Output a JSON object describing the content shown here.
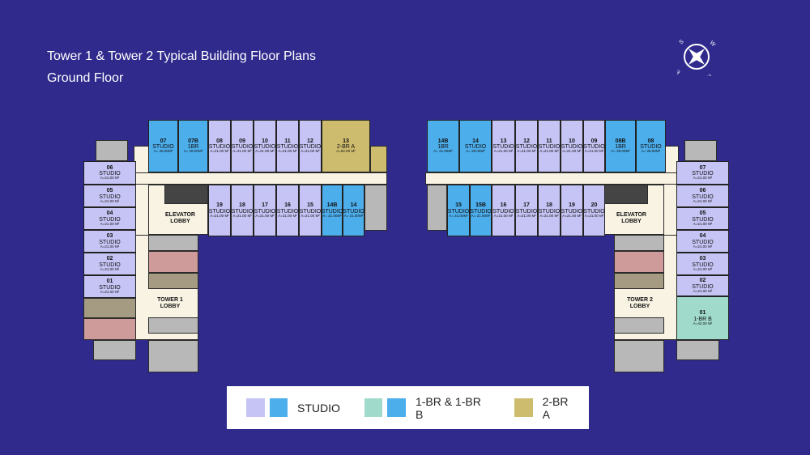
{
  "title": "Tower 1 & Tower 2 Typical Building Floor Plans",
  "subtitle": "Ground Floor",
  "compass": {
    "icon": "compass-icon",
    "labels": [
      "S",
      "W",
      "N",
      "E"
    ]
  },
  "colors": {
    "background": "#2f2a8c",
    "studio": "#c6c4f4",
    "blue": "#4daeec",
    "onebr_b": "#9fdacb",
    "twobr": "#cdbb6e",
    "corridor": "#f8f3e3",
    "grey": "#b8b8b8",
    "pink": "#cf9a9a",
    "brown": "#a59a82"
  },
  "tower1": {
    "lobby": "TOWER 1 LOBBY",
    "elevator_lobby": "ELEVATOR LOBBY",
    "units": [
      {
        "n": "07",
        "t": "STUDIO",
        "a": "A= 28.00M²"
      },
      {
        "n": "07B",
        "t": "1BR",
        "a": "A= 28.00M²"
      },
      {
        "n": "08",
        "t": "STUDIO",
        "a": "A=21.00 M²"
      },
      {
        "n": "09",
        "t": "STUDIO",
        "a": "A=21.00 M²"
      },
      {
        "n": "10",
        "t": "STUDIO",
        "a": "A=21.00 M²"
      },
      {
        "n": "11",
        "t": "STUDIO",
        "a": "A=21.00 M²"
      },
      {
        "n": "12",
        "t": "STUDIO",
        "a": "A=21.00 M²"
      },
      {
        "n": "13",
        "t": "2-BR A",
        "a": "A=62.00 M²"
      },
      {
        "n": "19",
        "t": "STUDIO",
        "a": "A=21.00 M²"
      },
      {
        "n": "18",
        "t": "STUDIO",
        "a": "A=21.00 M²"
      },
      {
        "n": "17",
        "t": "STUDIO",
        "a": "A=21.00 M²"
      },
      {
        "n": "16",
        "t": "STUDIO",
        "a": "A=21.00 M²"
      },
      {
        "n": "15",
        "t": "STUDIO",
        "a": "A=21.00 M²"
      },
      {
        "n": "14B",
        "t": "STUDIO",
        "a": "A= 21.00M²"
      },
      {
        "n": "14",
        "t": "STUDIO",
        "a": "A= 21.00M²"
      },
      {
        "n": "06",
        "t": "STUDIO",
        "a": "A=21.00 M²"
      },
      {
        "n": "05",
        "t": "STUDIO",
        "a": "A=21.00 M²"
      },
      {
        "n": "04",
        "t": "STUDIO",
        "a": "A=21.00 M²"
      },
      {
        "n": "03",
        "t": "STUDIO",
        "a": "A=21.00 M²"
      },
      {
        "n": "02",
        "t": "STUDIO",
        "a": "A=21.00 M²"
      },
      {
        "n": "01",
        "t": "STUDIO",
        "a": "A=21.00 M²"
      }
    ]
  },
  "tower2": {
    "lobby": "TOWER 2 LOBBY",
    "elevator_lobby": "ELEVATOR LOBBY",
    "units": [
      {
        "n": "14B",
        "t": "1BR",
        "a": "A= 21.00M²"
      },
      {
        "n": "14",
        "t": "STUDIO",
        "a": "A= 28.00M²"
      },
      {
        "n": "13",
        "t": "STUDIO",
        "a": "A=21.00 M²"
      },
      {
        "n": "12",
        "t": "STUDIO",
        "a": "A=21.00 M²"
      },
      {
        "n": "11",
        "t": "STUDIO",
        "a": "A=21.00 M²"
      },
      {
        "n": "10",
        "t": "STUDIO",
        "a": "A=21.00 M²"
      },
      {
        "n": "09",
        "t": "STUDIO",
        "a": "A=21.00 M²"
      },
      {
        "n": "08B",
        "t": "1BR",
        "a": "A= 28.00M²"
      },
      {
        "n": "08",
        "t": "STUDIO",
        "a": "A= 28.00M²"
      },
      {
        "n": "15",
        "t": "STUDIO",
        "a": "A= 21.00M²"
      },
      {
        "n": "15B",
        "t": "STUDIO",
        "a": "A= 21.00M²"
      },
      {
        "n": "16",
        "t": "STUDIO",
        "a": "A=21.00 M²"
      },
      {
        "n": "17",
        "t": "STUDIO",
        "a": "A=21.00 M²"
      },
      {
        "n": "18",
        "t": "STUDIO",
        "a": "A=21.00 M²"
      },
      {
        "n": "19",
        "t": "STUDIO",
        "a": "A=21.00 M²"
      },
      {
        "n": "20",
        "t": "STUDIO",
        "a": "A=21.00 M²"
      },
      {
        "n": "07",
        "t": "STUDIO",
        "a": "A=21.00 M²"
      },
      {
        "n": "06",
        "t": "STUDIO",
        "a": "A=21.00 M²"
      },
      {
        "n": "05",
        "t": "STUDIO",
        "a": "A=21.00 M²"
      },
      {
        "n": "04",
        "t": "STUDIO",
        "a": "A=21.00 M²"
      },
      {
        "n": "03",
        "t": "STUDIO",
        "a": "A=21.00 M²"
      },
      {
        "n": "02",
        "t": "STUDIO",
        "a": "A=21.00 M²"
      },
      {
        "n": "01",
        "t": "1-BR B",
        "a": "A=42.00 M²"
      }
    ]
  },
  "legend": [
    {
      "label": "STUDIO",
      "swatches": [
        "#c6c4f4",
        "#4daeec"
      ]
    },
    {
      "label": "1-BR & 1-BR B",
      "swatches": [
        "#9fdacb",
        "#4daeec"
      ]
    },
    {
      "label": "2-BR A",
      "swatches": [
        "#cdbb6e"
      ]
    }
  ]
}
